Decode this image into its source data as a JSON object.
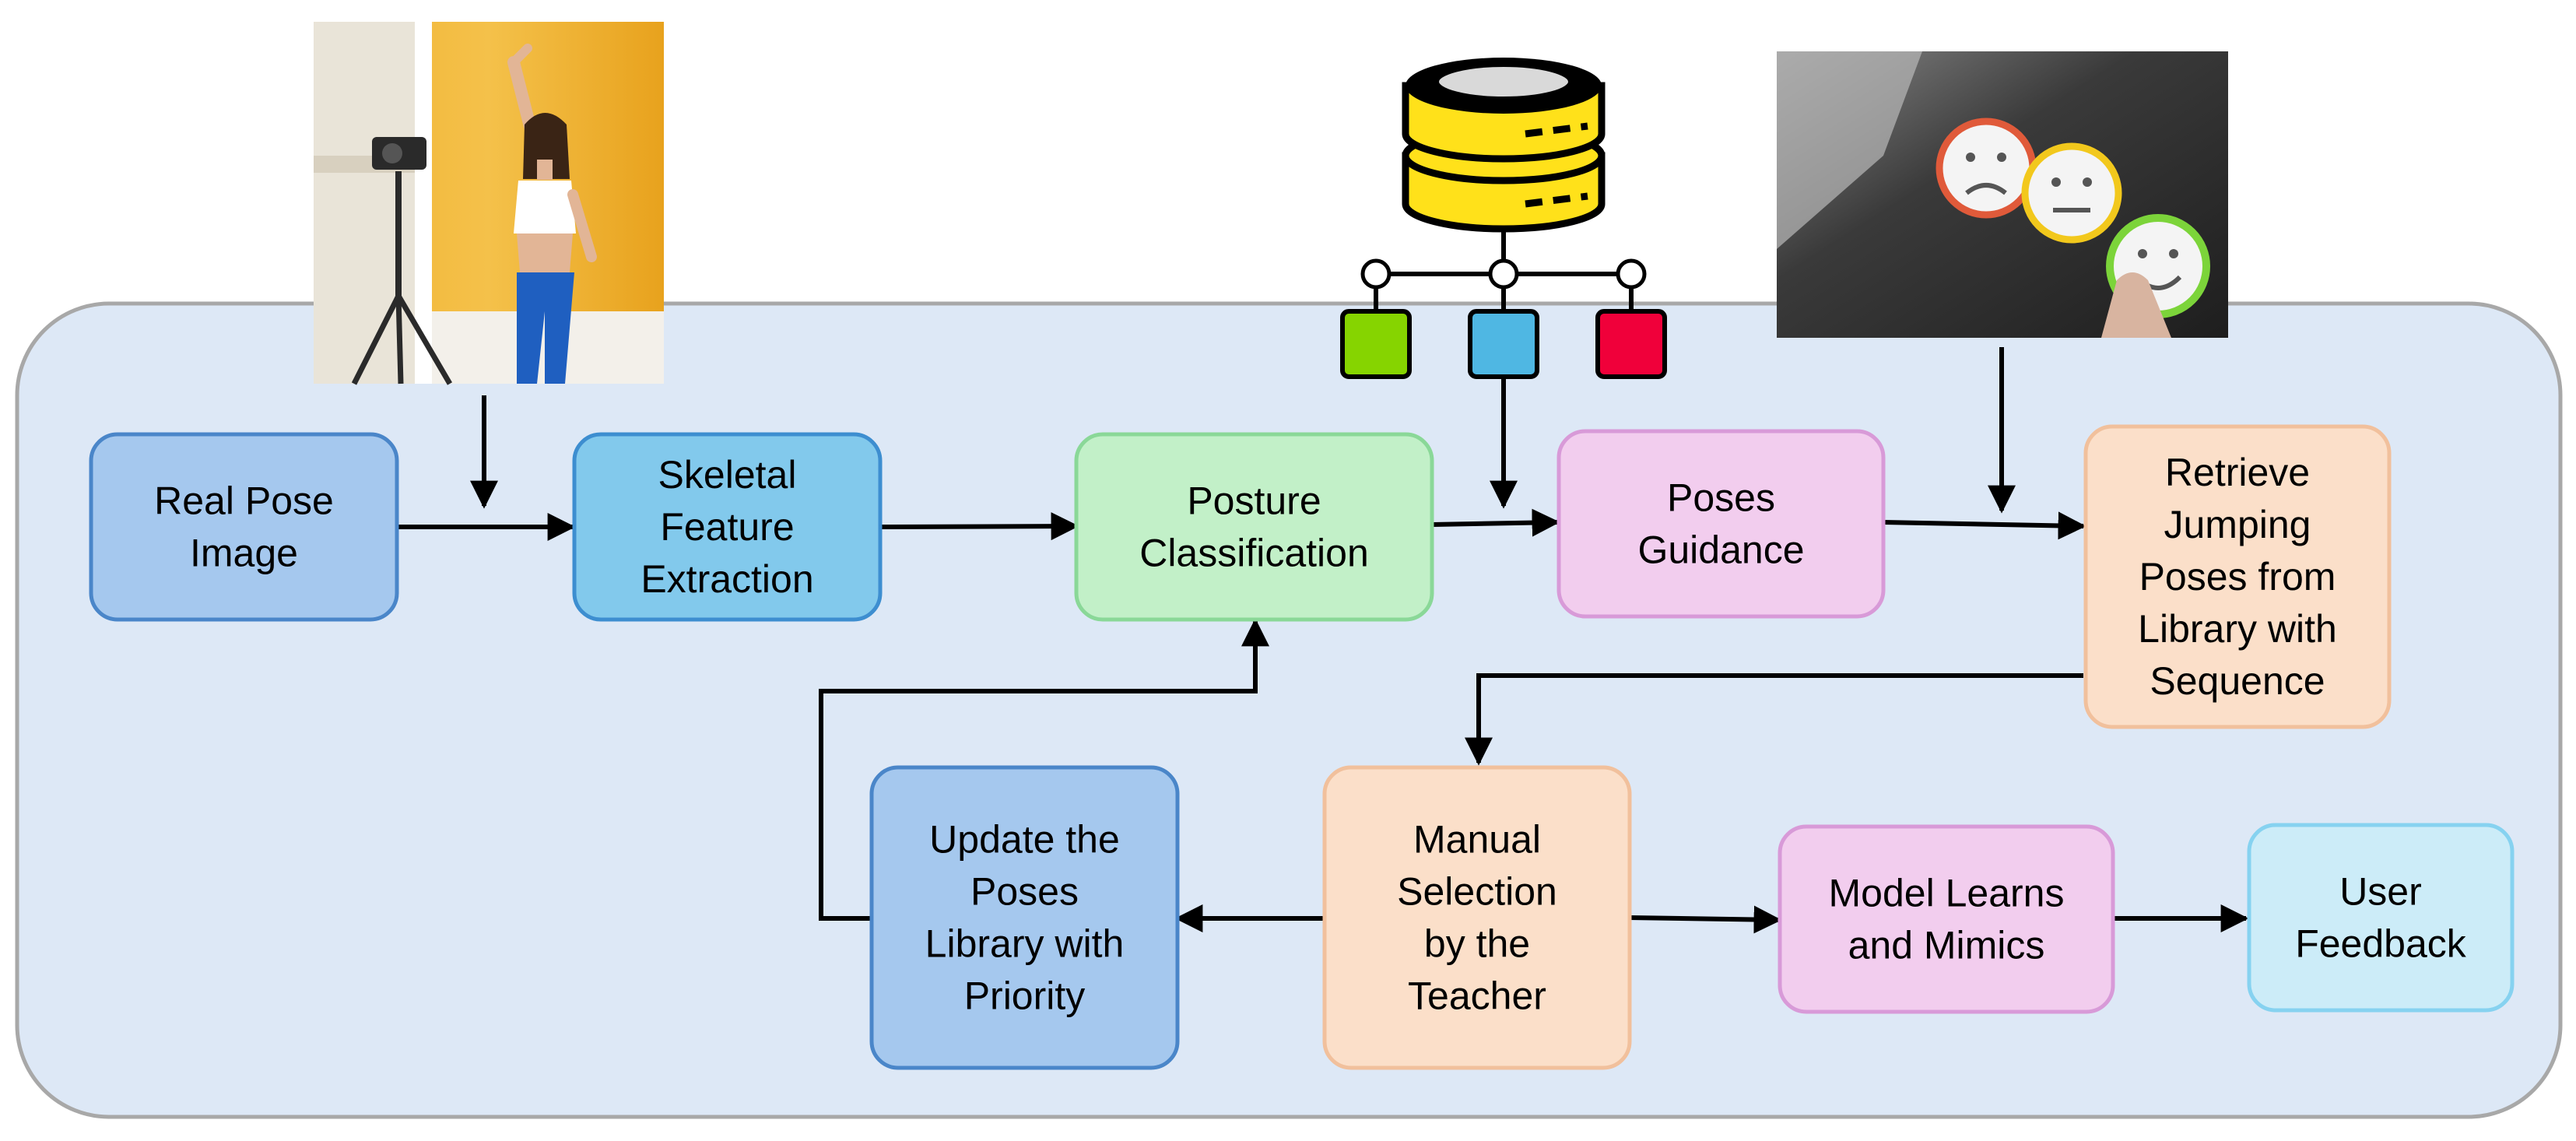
{
  "nodes": {
    "real_pose_image": {
      "lines": [
        "Real Pose",
        "Image"
      ],
      "fill": "#a5c8ee",
      "stroke": "#4a86c9"
    },
    "skeletal_feature_extraction": {
      "lines": [
        "Skeletal",
        "Feature",
        "Extraction"
      ],
      "fill": "#82c9ec",
      "stroke": "#3d8ed0"
    },
    "posture_classification": {
      "lines": [
        "Posture",
        "Classification"
      ],
      "fill": "#c2f0c8",
      "stroke": "#8ad898"
    },
    "poses_guidance": {
      "lines": [
        "Poses",
        "Guidance"
      ],
      "fill": "#f2cdee",
      "stroke": "#d89ad8"
    },
    "retrieve_jumping_poses": {
      "lines": [
        "Retrieve",
        "Jumping",
        "Poses from",
        "Library with",
        "Sequence"
      ],
      "fill": "#fbdfc9",
      "stroke": "#f1c09c"
    },
    "manual_selection": {
      "lines": [
        "Manual",
        "Selection",
        "by the",
        "Teacher"
      ],
      "fill": "#fbdfc9",
      "stroke": "#f1c09c"
    },
    "update_poses_library": {
      "lines": [
        "Update the",
        "Poses",
        "Library with",
        "Priority"
      ],
      "fill": "#a5c8ee",
      "stroke": "#4a86c9"
    },
    "model_learns": {
      "lines": [
        "Model Learns",
        "and Mimics"
      ],
      "fill": "#f2cdee",
      "stroke": "#d89ad8"
    },
    "user_feedback": {
      "lines": [
        "User",
        "Feedback"
      ],
      "fill": "#ccecf8",
      "stroke": "#86d2f0"
    }
  },
  "colors": {
    "panel_fill": "#dde8f6",
    "panel_stroke": "#a8a8a8",
    "arrow": "#000000",
    "db_yellow": "#ffe11a",
    "class_green": "#86d400",
    "class_blue": "#4fb7e3",
    "class_red": "#f0003a"
  },
  "icons": {
    "photo": "dancer-with-camera-photo",
    "database": "database-icon",
    "feedback": "emoji-feedback-photo"
  }
}
